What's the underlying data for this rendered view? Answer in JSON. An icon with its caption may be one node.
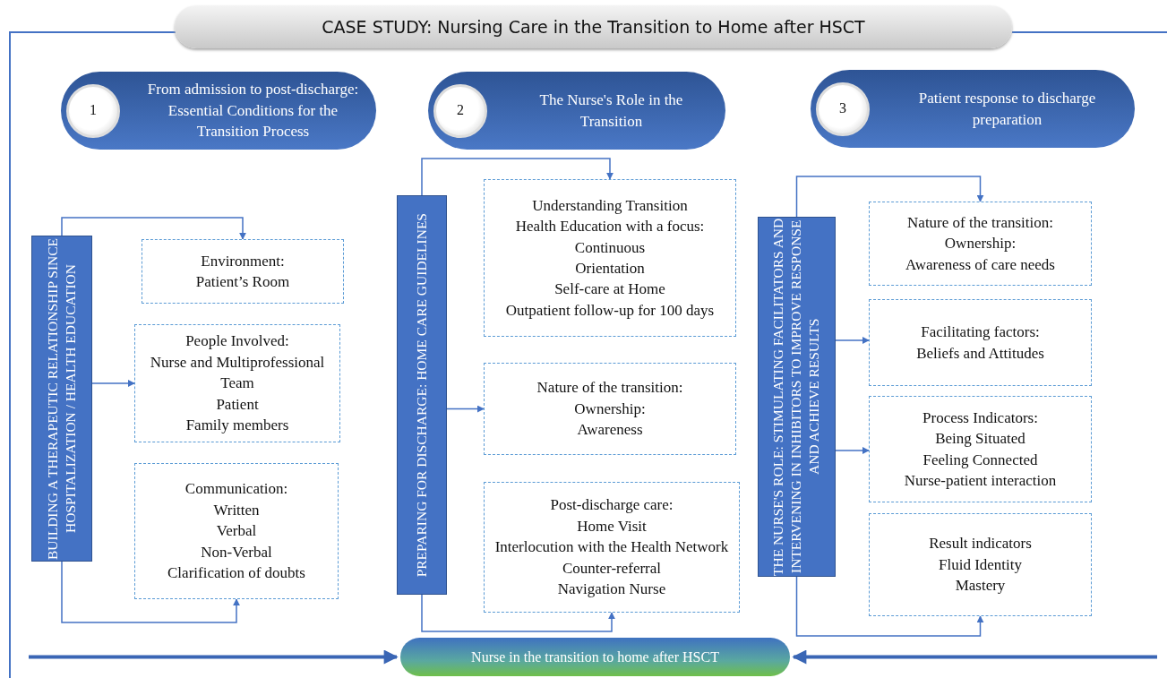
{
  "diagram": {
    "title": "CASE STUDY: Nursing Care in the Transition to Home after HSCT",
    "nodes": [
      {
        "text": [
          "1",
          "From admission to post-discharge: Essential Conditions for the Transition Process"
        ]
      },
      {
        "text": [
          "2",
          "The Nurse's Role in the Transition"
        ]
      },
      {
        "text": [
          "3",
          "Patient response to discharge preparation"
        ]
      },
      {
        "text": [
          "BUILDING A THERAPEUTIC RELATIONSHIP SINCE HOSPITALIZATION / HEALTH EDUCATION"
        ]
      },
      {
        "text": [
          "Environment:",
          "Patient’s Room"
        ]
      },
      {
        "text": [
          "People Involved:",
          "Nurse and Multiprofessional Team",
          "Patient",
          "Family members"
        ]
      },
      {
        "text": [
          "Communication:",
          "Written",
          "Verbal",
          "Non-Verbal",
          "Clarification of doubts"
        ]
      },
      {
        "text": [
          "PREPARING FOR DISCHARGE: HOME CARE GUIDELINES"
        ]
      },
      {
        "text": [
          "Understanding Transition",
          "Health Education with a focus:",
          "Continuous",
          "Orientation",
          "Self-care at Home",
          "Outpatient follow-up for 100 days"
        ]
      },
      {
        "text": [
          "Nature of the transition:",
          "Ownership:",
          "Awareness"
        ]
      },
      {
        "text": [
          "Post-discharge care:",
          "Home Visit",
          "Interlocution with the Health Network",
          "Counter-referral",
          "Navigation Nurse"
        ]
      },
      {
        "text": [
          "THE NURSE'S ROLE: STIMULATING FACILITATORS AND INTERVENING IN INHIBITORS TO IMPROVE RESPONSE AND ACHIEVE RESULTS"
        ]
      },
      {
        "text": [
          "Nature of the transition:",
          "Ownership:",
          "Awareness of care needs"
        ]
      },
      {
        "text": [
          "Facilitating factors:",
          "Beliefs and Attitudes"
        ]
      },
      {
        "text": [
          "Process Indicators:",
          "Being Situated",
          "Feeling Connected",
          "Nurse-patient interaction"
        ]
      },
      {
        "text": [
          "Result indicators",
          "Fluid Identity",
          "Mastery"
        ]
      },
      {
        "text": [
          "Nurse in the transition to home after HSCT"
        ]
      }
    ],
    "edges": [
      {
        "from": 3,
        "to": 4,
        "arrow": "to"
      },
      {
        "from": 3,
        "to": 5,
        "arrow": "to"
      },
      {
        "from": 3,
        "to": 6,
        "arrow": "to"
      },
      {
        "from": 7,
        "to": 8,
        "arrow": "to"
      },
      {
        "from": 7,
        "to": 9,
        "arrow": "to"
      },
      {
        "from": 7,
        "to": 10,
        "arrow": "to"
      },
      {
        "from": 11,
        "to": 12,
        "arrow": "to"
      },
      {
        "from": 11,
        "to": 13,
        "arrow": "to"
      },
      {
        "from": 11,
        "to": 14,
        "arrow": "to"
      },
      {
        "from": 11,
        "to": 15,
        "arrow": "to"
      },
      {
        "from": null,
        "to": 16,
        "arrow": "to",
        "style": "thick"
      },
      {
        "from": null,
        "to": 16,
        "arrow": "to",
        "style": "thick"
      }
    ]
  }
}
